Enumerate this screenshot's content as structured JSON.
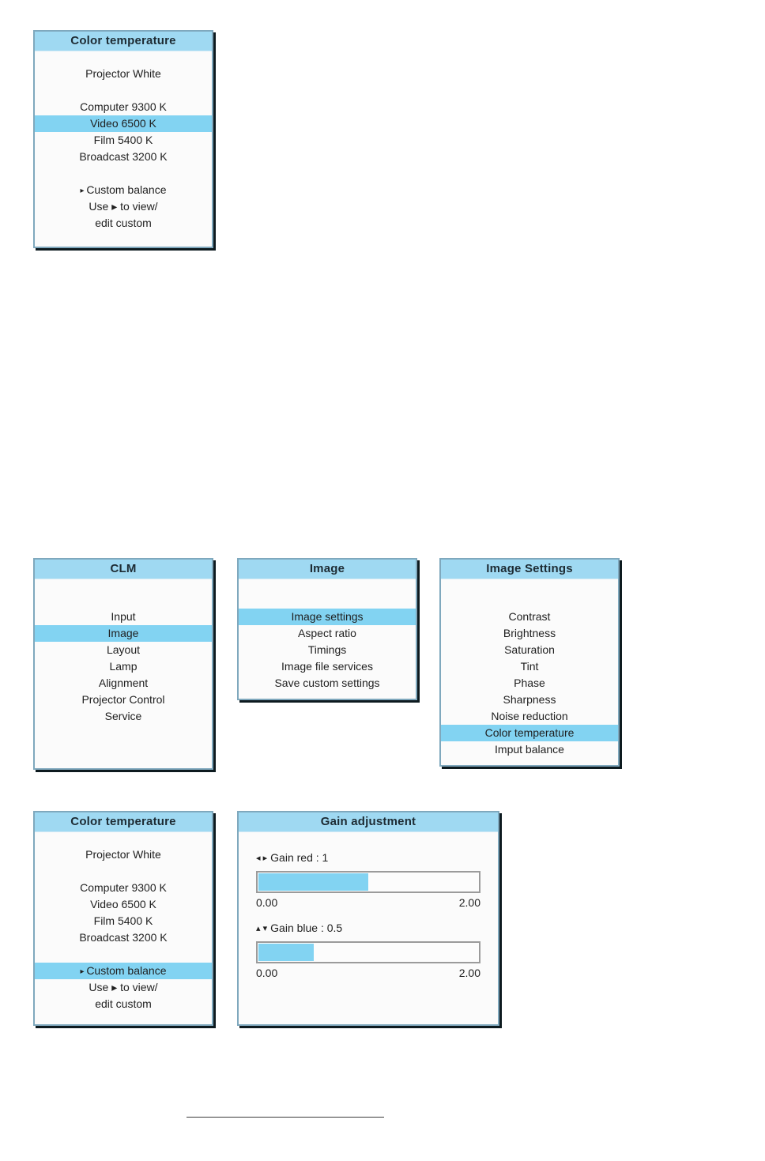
{
  "panels": {
    "color_temperature_top": {
      "title": "Color temperature",
      "items": [
        {
          "label": "Projector White",
          "selected": false
        },
        {
          "label": "",
          "selected": false,
          "spacer": true
        },
        {
          "label": "Computer 9300 K",
          "selected": false
        },
        {
          "label": "Video 6500 K",
          "selected": true
        },
        {
          "label": "Film 5400 K",
          "selected": false
        },
        {
          "label": "Broadcast 3200 K",
          "selected": false
        },
        {
          "label": "",
          "selected": false,
          "spacer": true
        },
        {
          "label": "Custom balance",
          "selected": false,
          "marker": "▸"
        },
        {
          "label": "Use ▸ to view/",
          "selected": false
        },
        {
          "label": "edit custom",
          "selected": false
        }
      ]
    },
    "clm": {
      "title": "CLM",
      "items": [
        {
          "label": "",
          "selected": false,
          "spacer": true
        },
        {
          "label": "Input",
          "selected": false
        },
        {
          "label": "Image",
          "selected": true
        },
        {
          "label": "Layout",
          "selected": false
        },
        {
          "label": "Lamp",
          "selected": false
        },
        {
          "label": "Alignment",
          "selected": false
        },
        {
          "label": "Projector Control",
          "selected": false
        },
        {
          "label": "Service",
          "selected": false
        }
      ]
    },
    "image": {
      "title": "Image",
      "items": [
        {
          "label": "",
          "selected": false,
          "spacer": true
        },
        {
          "label": "Image settings",
          "selected": true
        },
        {
          "label": "Aspect ratio",
          "selected": false
        },
        {
          "label": "Timings",
          "selected": false
        },
        {
          "label": "Image file services",
          "selected": false
        },
        {
          "label": "Save custom settings",
          "selected": false
        }
      ]
    },
    "image_settings": {
      "title": "Image Settings",
      "items": [
        {
          "label": "",
          "selected": false,
          "spacer": true
        },
        {
          "label": "Contrast",
          "selected": false
        },
        {
          "label": "Brightness",
          "selected": false
        },
        {
          "label": "Saturation",
          "selected": false
        },
        {
          "label": "Tint",
          "selected": false
        },
        {
          "label": "Phase",
          "selected": false
        },
        {
          "label": "Sharpness",
          "selected": false
        },
        {
          "label": "Noise reduction",
          "selected": false
        },
        {
          "label": "Color temperature",
          "selected": true
        },
        {
          "label": "Imput balance",
          "selected": false
        }
      ]
    },
    "color_temperature_bottom": {
      "title": "Color temperature",
      "items": [
        {
          "label": "Projector White",
          "selected": false
        },
        {
          "label": "",
          "selected": false,
          "spacer": true
        },
        {
          "label": "Computer 9300 K",
          "selected": false
        },
        {
          "label": "Video 6500 K",
          "selected": false
        },
        {
          "label": "Film 5400 K",
          "selected": false
        },
        {
          "label": "Broadcast 3200 K",
          "selected": false
        },
        {
          "label": "",
          "selected": false,
          "spacer": true
        },
        {
          "label": "Custom balance",
          "selected": true,
          "marker": "▸"
        },
        {
          "label": "Use ▸ to view/",
          "selected": false
        },
        {
          "label": "edit custom",
          "selected": false
        }
      ]
    },
    "gain_adjustment": {
      "title": "Gain adjustment",
      "sliders": [
        {
          "arrows": "◂ ▸",
          "label": "Gain red : 1",
          "value": 1,
          "min_label": "0.00",
          "max_label": "2.00",
          "fill_percent": 50
        },
        {
          "arrows": "▴ ▾",
          "label": "Gain blue : 0.5",
          "value": 0.5,
          "min_label": "0.00",
          "max_label": "2.00",
          "fill_percent": 25
        }
      ]
    }
  },
  "colors": {
    "header_bg": "#9fd9f2",
    "highlight_bg": "#82d3f2",
    "panel_bg": "#fbfbfb",
    "panel_border": "#7fa8bd",
    "panel_shadow": "#0d1a1f",
    "text": "#1f1f1f",
    "bar_border": "#9b9b9b"
  }
}
